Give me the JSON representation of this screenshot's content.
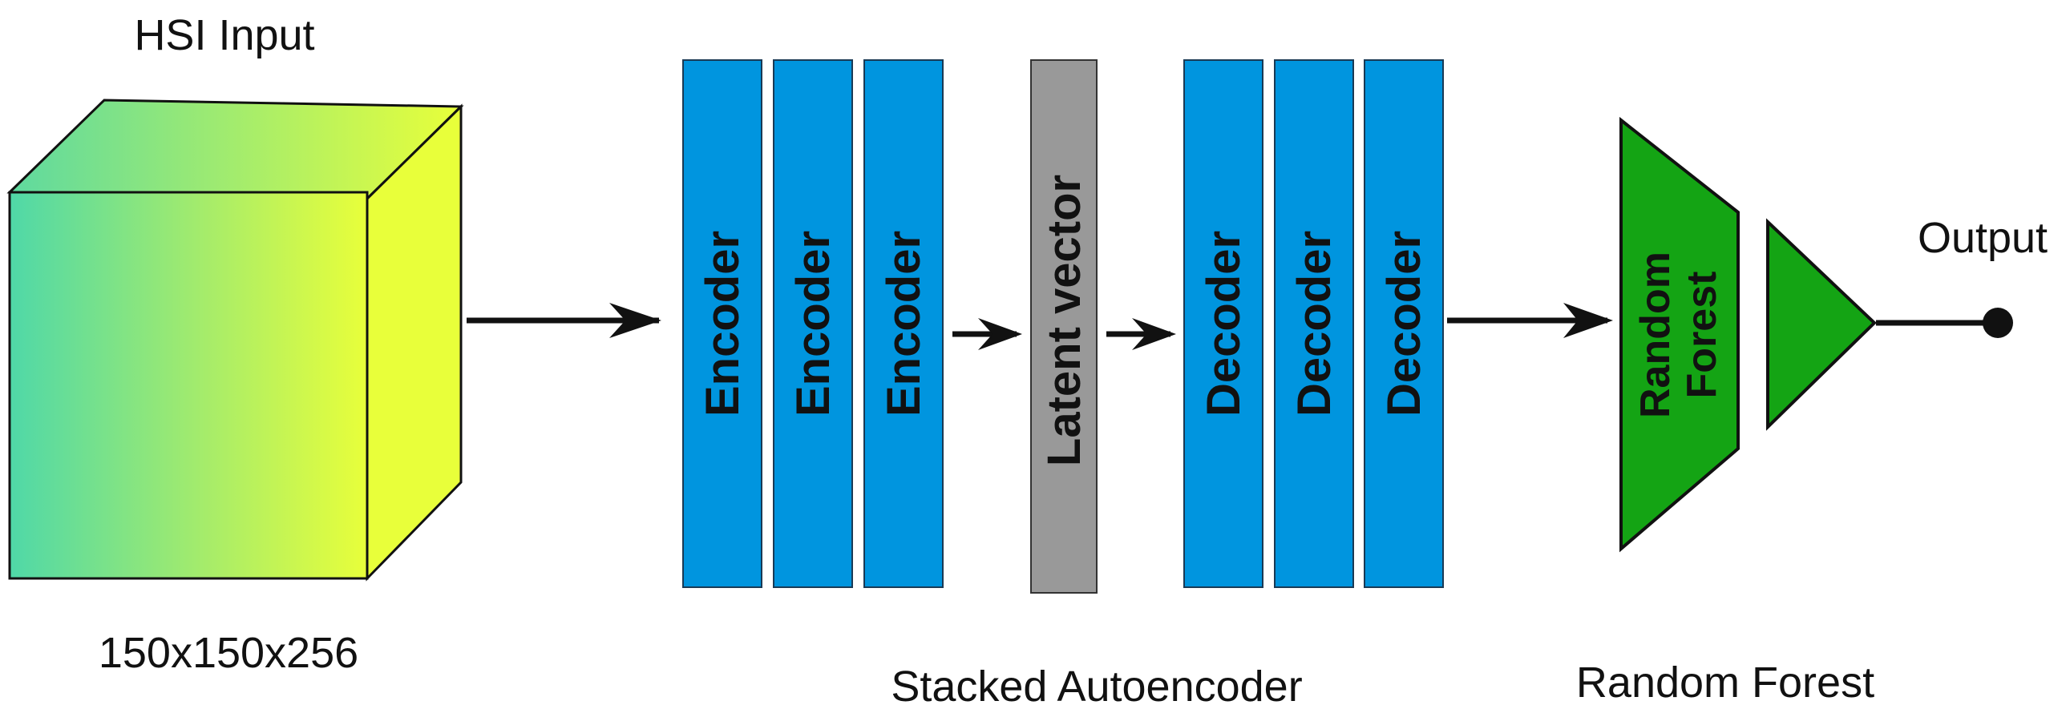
{
  "input": {
    "title": "HSI Input",
    "dimensions": "150x150x256"
  },
  "autoencoder": {
    "caption": "Stacked Autoencoder",
    "encoders": [
      "Encoder",
      "Encoder",
      "Encoder"
    ],
    "latent": "Latent vector",
    "decoders": [
      "Decoder",
      "Decoder",
      "Decoder"
    ]
  },
  "random_forest": {
    "block_label_line1": "Random",
    "block_label_line2": "Forest",
    "caption": "Random Forest"
  },
  "output": {
    "label": "Output"
  },
  "colors": {
    "block_blue": "#0095df",
    "latent_gray": "#999999",
    "forest_green": "#14a414",
    "cube_left": "#4fd8a8",
    "cube_right": "#e6ff3c"
  }
}
